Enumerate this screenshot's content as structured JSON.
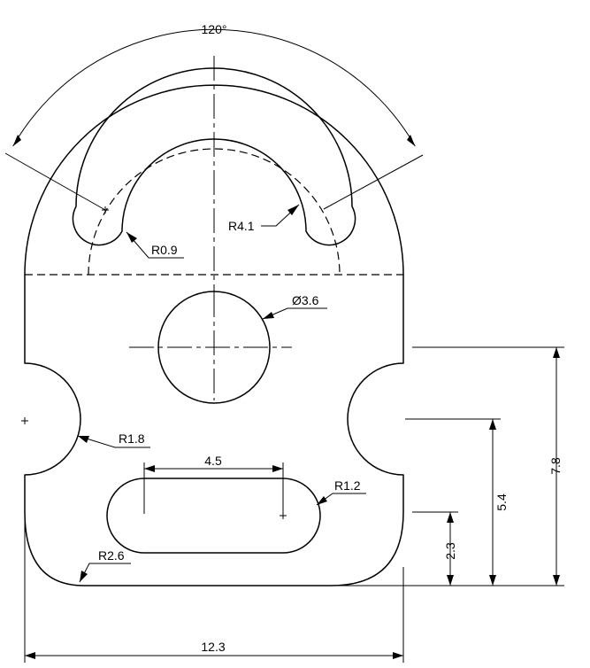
{
  "labels": {
    "angle_120": "120°",
    "r09": "R0.9",
    "r41": "R4.1",
    "d36": "Ø3.6",
    "r18": "R1.8",
    "w45": "4.5",
    "r12": "R1.2",
    "r26": "R2.6",
    "w123": "12.3",
    "h23": "2.3",
    "h54": "5.4",
    "h78": "7.8"
  }
}
